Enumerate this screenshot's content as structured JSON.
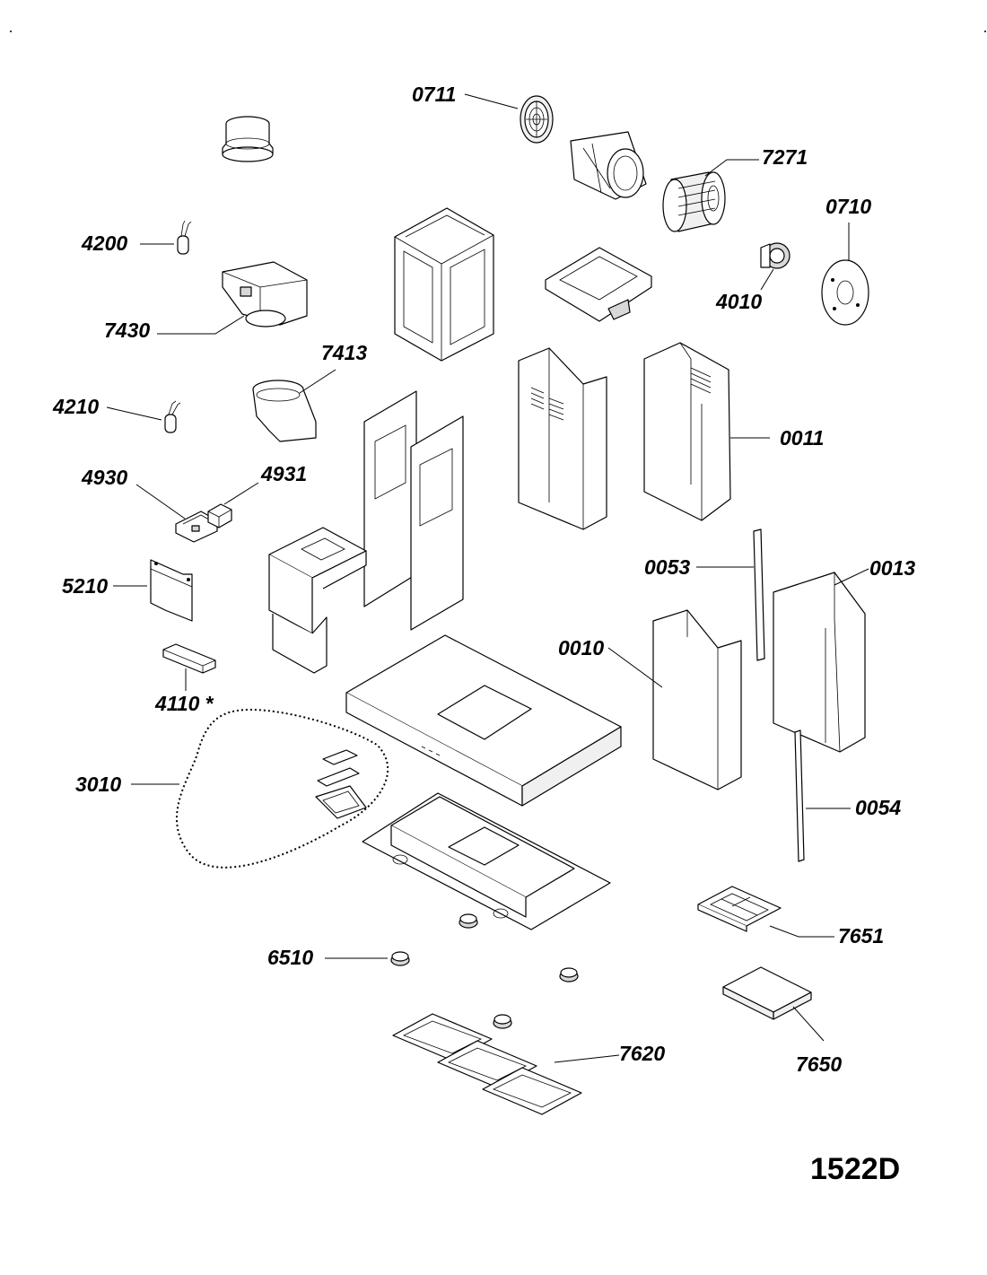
{
  "diagram": {
    "drawing_code": "1522D",
    "note_mark": "*",
    "part_labels": {
      "p0711": "0711",
      "p7271": "7271",
      "p0710": "0710",
      "p4010": "4010",
      "p4200": "4200",
      "p7430": "7430",
      "p7413": "7413",
      "p4210": "4210",
      "p0011": "0011",
      "p4930": "4930",
      "p4931": "4931",
      "p5210": "5210",
      "p0053": "0053",
      "p0013": "0013",
      "p0010": "0010",
      "p4110": "4110",
      "p3010": "3010",
      "p0054": "0054",
      "p7651": "7651",
      "p6510": "6510",
      "p7620": "7620",
      "p7650": "7650"
    }
  }
}
